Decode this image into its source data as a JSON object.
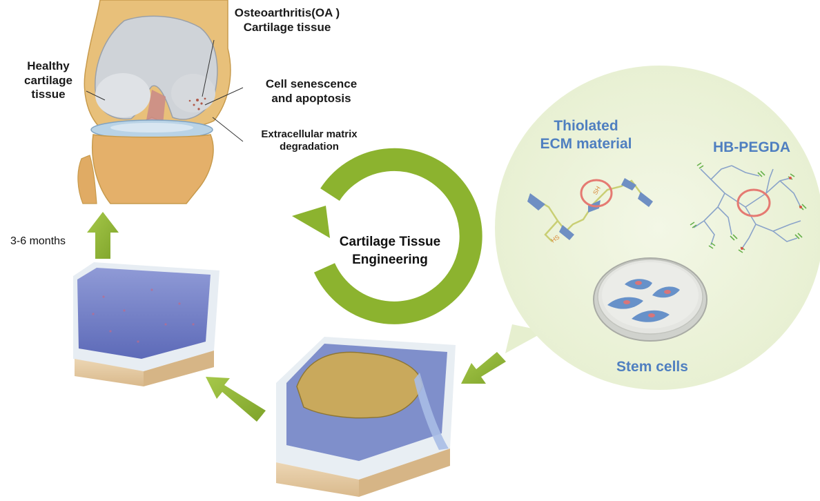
{
  "knee": {
    "healthy_label": "Healthy\ncartilage\ntissue",
    "oa_label": "Osteoarthritis(OA )\nCartilage tissue",
    "senescence_label": "Cell senescence\nand apoptosis",
    "ecm_label": "Extracellular matrix\ndegradation"
  },
  "cycle": {
    "center_label": "Cartilage Tissue\nEngineering",
    "color": "#8cb32f"
  },
  "bubble": {
    "thiolated_label": "Thiolated\nECM material",
    "hbpegda_label": "HB-PEGDA",
    "stem_cells_label": "Stem cells",
    "label_color": "#4f7fc0"
  },
  "timeline": {
    "duration_label": "3-6 months"
  }
}
